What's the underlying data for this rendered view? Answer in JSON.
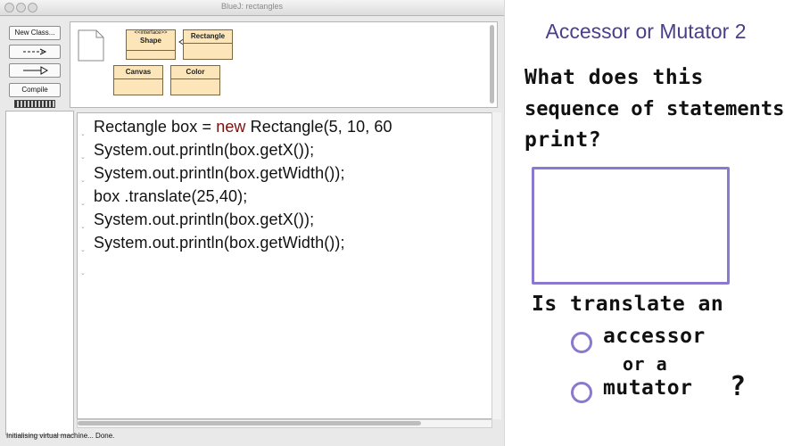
{
  "window": {
    "title": "BlueJ:  rectangles"
  },
  "toolbar": {
    "new_class_label": "New Class...",
    "dashed_arrow_label": "--->",
    "solid_arrow_label": "-->",
    "compile_label": "Compile"
  },
  "diagram": {
    "classes": [
      {
        "stereotype": "<<interface>>",
        "name": "Shape"
      },
      {
        "name": "Rectangle"
      },
      {
        "name": "Canvas"
      },
      {
        "name": "Color"
      }
    ]
  },
  "codepad": {
    "lines": [
      {
        "text": "Rectangle box = ",
        "keyword": "new",
        "rest": " Rectangle(5, 10, 60"
      },
      {
        "text": "System.out.println(box.getX());"
      },
      {
        "text": "System.out.println(box.getWidth());"
      },
      {
        "text": "box .translate(25,40);"
      },
      {
        "text": "System.out.println(box.getX());"
      },
      {
        "text": "System.out.println(box.getWidth());"
      }
    ]
  },
  "status_bar": {
    "message": "Initialising virtual machine... Done."
  },
  "board": {
    "title": "Accessor or Mutator 2",
    "question_line1": "What does this",
    "question_line2": "sequence of statements",
    "question_line3": "print?",
    "question2": "Is translate an",
    "option_accessor": "accessor",
    "or_a": "or a",
    "option_mutator": "mutator",
    "question_mark": "?"
  },
  "colors": {
    "accent": "#8a79cf",
    "title": "#4a3f8a",
    "class_fill": "#fbe5b9",
    "keyword": "#7a1010"
  }
}
